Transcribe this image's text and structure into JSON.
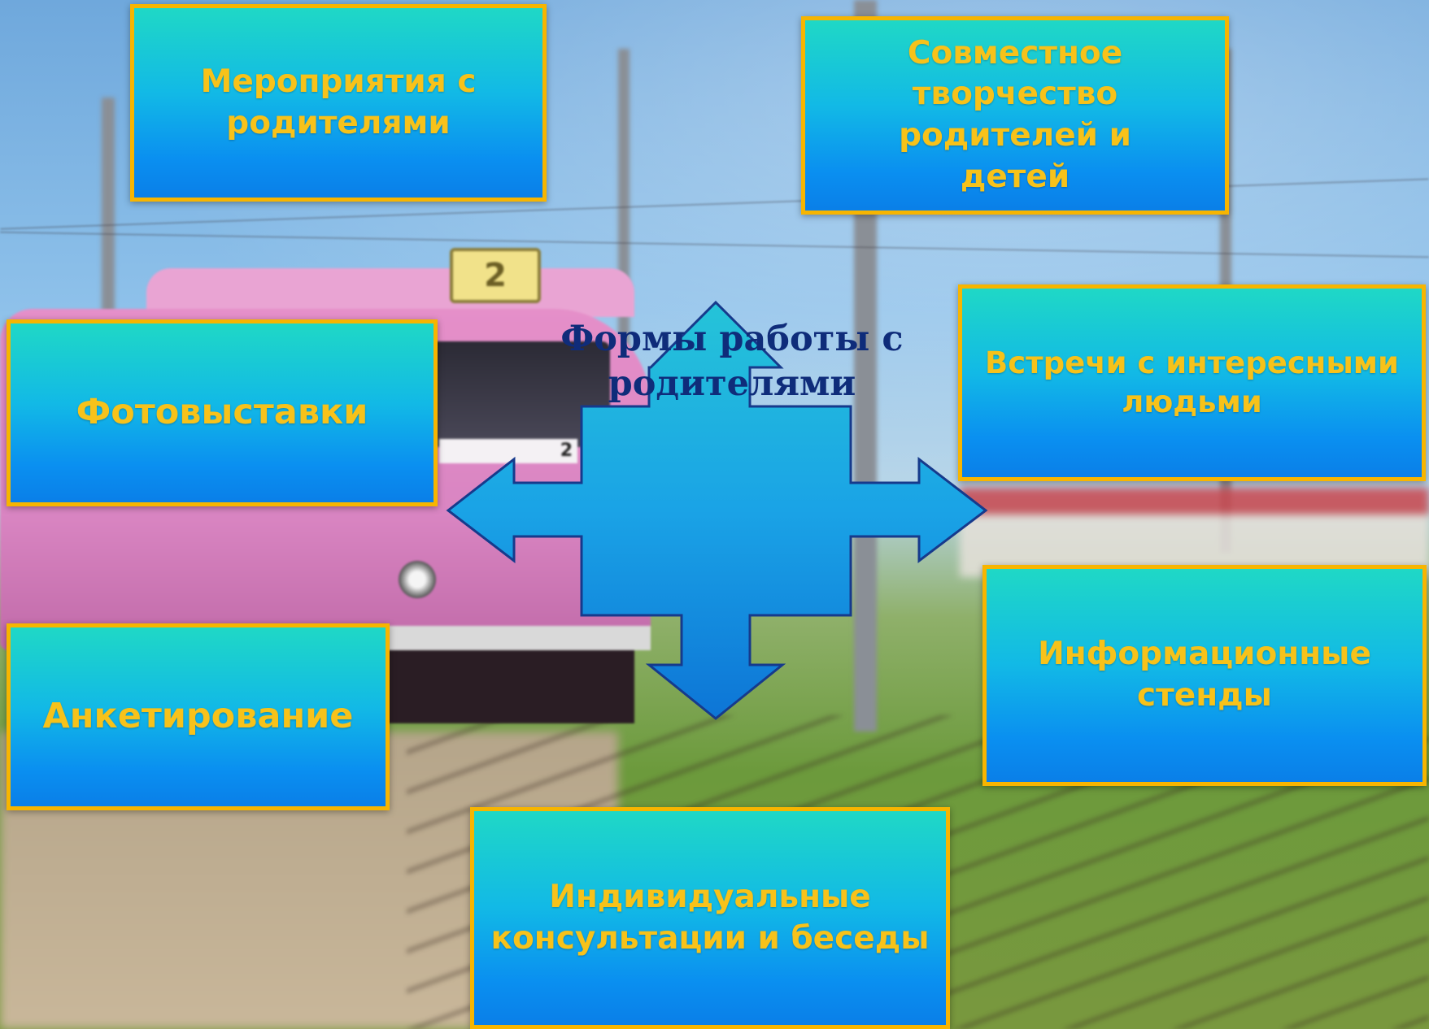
{
  "diagram": {
    "center_title": "Формы работы с родителями",
    "boxes": [
      {
        "id": "events",
        "label": "Мероприятия с родителями"
      },
      {
        "id": "cocreation",
        "label": "Совместное творчество родителей и детей"
      },
      {
        "id": "photo",
        "label": "Фотовыставки"
      },
      {
        "id": "meetings",
        "label": "Встречи с интересными людьми"
      },
      {
        "id": "survey",
        "label": "Анкетирование"
      },
      {
        "id": "info",
        "label": "Информационные стенды"
      },
      {
        "id": "consult",
        "label": "Индивидуальные консультации и беседы"
      }
    ]
  },
  "background": {
    "route_number": "2",
    "route_sign_text": "2"
  },
  "colors": {
    "box_border": "#f7b500",
    "box_text": "#f7c21a",
    "title_text": "#0f2c7a",
    "arrow_fill": "#1aa3e6"
  }
}
